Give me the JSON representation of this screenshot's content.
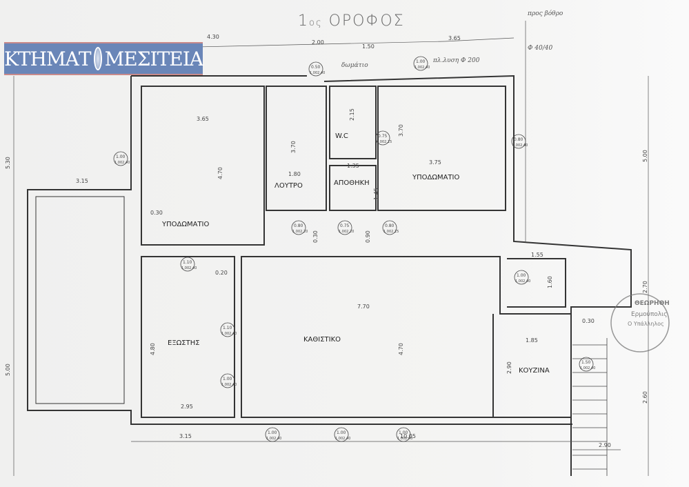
{
  "title": {
    "prefix": "1",
    "suffix": "ος",
    "main": "ΟΡΟΦΟΣ"
  },
  "logo": {
    "left": "ΚΤΗΜΑΤ",
    "right": "ΜΕΣΙΤΕΙΑ"
  },
  "rooms": [
    {
      "name": "ΥΠΟΔΩΜΑΤΙΟ"
    },
    {
      "name": "ΛΟΥΤΡΟ"
    },
    {
      "name": "W.C"
    },
    {
      "name": "ΑΠΟΘΗΚΗ"
    },
    {
      "name": "ΥΠΟΔΩΜΑΤΙΟ"
    },
    {
      "name": "ΕΞΩΣΤΗΣ"
    },
    {
      "name": "ΚΑΘΙΣΤΙΚΟ"
    },
    {
      "name": "ΚΟΥΖΙΝΑ"
    }
  ],
  "dimensions": [
    "4.30",
    "2.00",
    "1.50",
    "3.65",
    "3.15",
    "10.05",
    "2.90",
    "5.30",
    "5.00",
    "5.00",
    "2.70",
    "2.60",
    "3.65",
    "4.70",
    "3.70",
    "1.80",
    "2.15",
    "3.70",
    "1.35",
    "1.45",
    "3.75",
    "3.15",
    "0.30",
    "0.30",
    "0.90",
    "0.20",
    "7.70",
    "4.80",
    "4.70",
    "1.55",
    "1.60",
    "0.30",
    "1.85",
    "2.90",
    "2.95"
  ],
  "openings": [
    {
      "top": "0.50",
      "bottom": "1.002.40"
    },
    {
      "top": "1.00",
      "bottom": "1.002.40"
    },
    {
      "top": "1.00",
      "bottom": "1.002.40"
    },
    {
      "top": "0.75",
      "bottom": "1.002.15"
    },
    {
      "top": "0.80",
      "bottom": "1.002.20"
    },
    {
      "top": "0.75",
      "bottom": "1.002.20"
    },
    {
      "top": "0.80",
      "bottom": "1.002.15"
    },
    {
      "top": "1.10",
      "bottom": "1.002.40"
    },
    {
      "top": "1.10",
      "bottom": "1.002.40"
    },
    {
      "top": "1.00",
      "bottom": "1.002.40"
    },
    {
      "top": "1.00",
      "bottom": "1.002.40"
    },
    {
      "top": "0.80",
      "bottom": "1.002.40"
    },
    {
      "top": "1.00",
      "bottom": "1.002.40"
    },
    {
      "top": "1.00",
      "bottom": "1.002.40"
    },
    {
      "top": "1.00",
      "bottom": "1.002.40"
    },
    {
      "top": "1.50",
      "bottom": "1.002.40"
    }
  ],
  "handwritten": [
    "προς βόθρο",
    "Φ 40/40",
    "δωμάτιο",
    "πλ.λυση Φ 200"
  ],
  "stamp": {
    "line1": "ΘΕΩΡΗΘΗ",
    "line2": "Ερμούπολις",
    "line3": "Ο Υπάλληλος"
  },
  "colors": {
    "logo_bg": "#6a86b8",
    "line": "#333333"
  }
}
